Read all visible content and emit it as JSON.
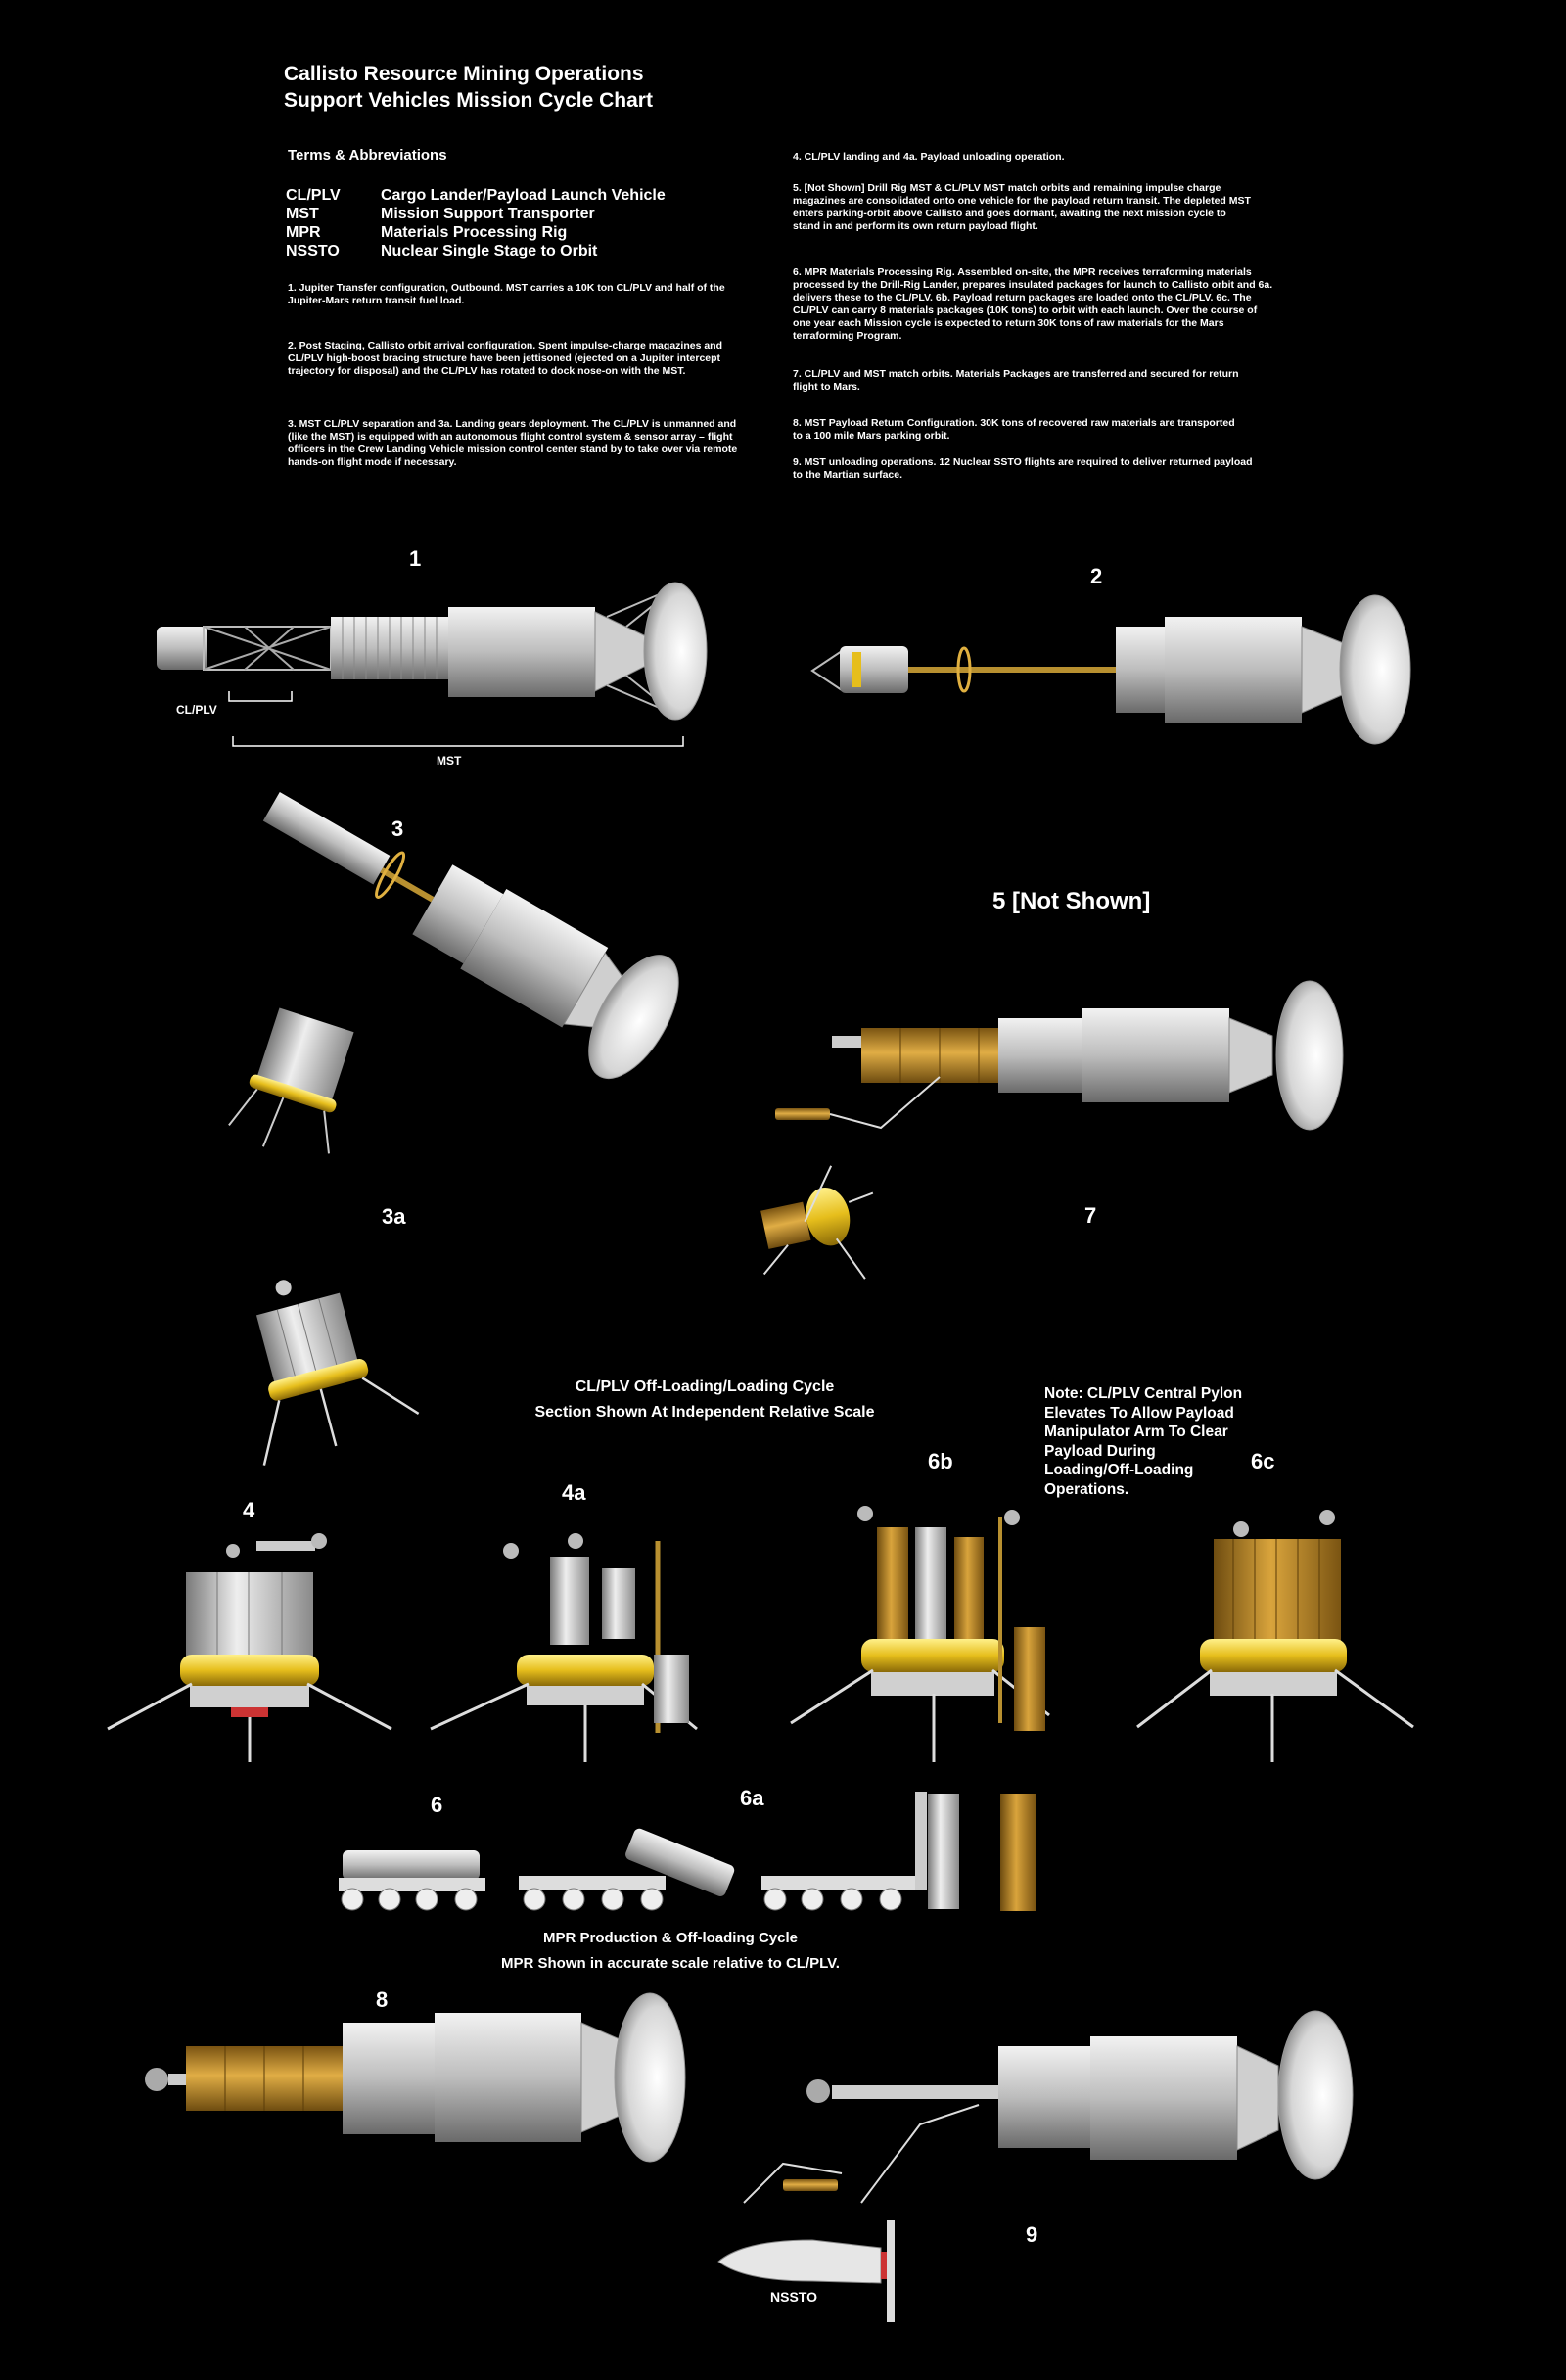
{
  "header": {
    "title_line1": "Callisto Resource Mining Operations",
    "title_line2": "Support Vehicles Mission Cycle Chart"
  },
  "terms": {
    "heading": "Terms & Abbreviations",
    "items": [
      {
        "abbr": "CL/PLV",
        "full": "Cargo Lander/Payload Launch Vehicle"
      },
      {
        "abbr": "MST",
        "full": "Mission Support Transporter"
      },
      {
        "abbr": "MPR",
        "full": "Materials Processing Rig"
      },
      {
        "abbr": "NSSTO",
        "full": "Nuclear Single Stage to Orbit"
      }
    ]
  },
  "notes_left": {
    "n1": "1.  Jupiter Transfer configuration, Outbound. MST carries a 10K ton CL/PLV and half of the Jupiter-Mars return transit fuel load.",
    "n2": "2. Post Staging, Callisto orbit arrival configuration. Spent impulse-charge magazines and CL/PLV  high-boost bracing structure have been jettisoned (ejected on a Jupiter intercept trajectory for disposal) and the CL/PLV has rotated to dock nose-on with the MST.",
    "n3": "3. MST CL/PLV separation and 3a. Landing gears deployment. The CL/PLV is unmanned and (like the MST) is equipped with an autonomous flight control system & sensor array – flight officers in the Crew Landing Vehicle mission control center stand by to take over via remote hands-on flight mode if necessary."
  },
  "notes_right": {
    "n4": "4. CL/PLV landing and 4a. Payload unloading operation.",
    "n5": "5. [Not Shown] Drill Rig MST & CL/PLV MST match orbits and remaining impulse charge magazines are consolidated onto one vehicle for the payload return transit. The depleted MST enters parking-orbit above Callisto and goes dormant, awaiting the next mission cycle to stand in and perform its own return payload flight.",
    "n6": "6. MPR Materials Processing Rig. Assembled on-site, the MPR receives terraforming materials processed by the Drill-Rig Lander, prepares insulated packages for launch to Callisto orbit and 6a. delivers these to the CL/PLV. 6b. Payload return packages are loaded onto the CL/PLV. 6c. The CL/PLV can carry 8 materials packages (10K tons) to orbit with each launch. Over the course of one year each Mission cycle is expected to return 30K tons of raw materials for the Mars terraforming Program.",
    "n7": "7. CL/PLV and MST match orbits. Materials Packages are transferred and secured for return flight to Mars.",
    "n8": "8. MST Payload Return Configuration. 30K tons of recovered raw materials are transported to a 100 mile Mars parking orbit.",
    "n9": "9. MST unloading operations. 12 Nuclear SSTO flights are required to deliver returned payload to the Martian surface."
  },
  "labels": {
    "s1": "1",
    "s2": "2",
    "s3": "3",
    "s3a": "3a",
    "s4": "4",
    "s4a": "4a",
    "s5": "5 [Not Shown]",
    "s6": "6",
    "s6a": "6a",
    "s6b": "6b",
    "s6c": "6c",
    "s7": "7",
    "s8": "8",
    "s9": "9",
    "clplv": "CL/PLV",
    "mst": "MST",
    "nssto": "NSSTO"
  },
  "sections": {
    "cycle_line1": "CL/PLV Off-Loading/Loading Cycle",
    "cycle_line2": "Section Shown At Independent Relative Scale",
    "pylon_note": [
      "Note: CL/PLV Central Pylon",
      "Elevates To Allow Payload",
      "Manipulator Arm To Clear",
      "Payload During",
      "Loading/Off-Loading",
      "Operations."
    ],
    "mpr_line1": "MPR Production & Off-loading Cycle",
    "mpr_line2": "MPR Shown in accurate scale relative to CL/PLV."
  },
  "colors": {
    "background": "#000000",
    "hull": "#d8d8d8",
    "payload_gold": "#b8862a",
    "lander_yellow": "#e8c020"
  }
}
